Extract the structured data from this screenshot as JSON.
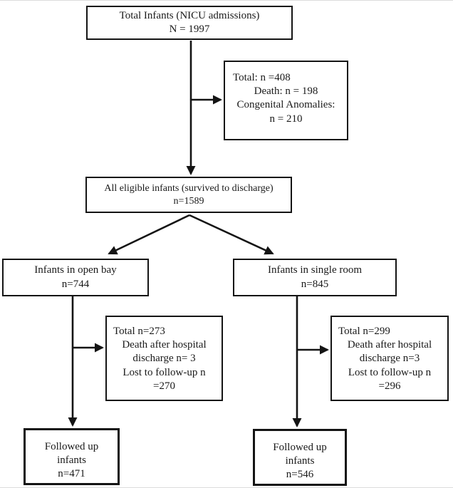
{
  "figure": {
    "title": "NICU follow-up flow diagram",
    "ink_color": "#141414",
    "background_color": "#ffffff",
    "edge_rule_color": "#dcdcdc"
  },
  "boxes": {
    "total_admissions": {
      "lines": [
        "Total Infants (NICU admissions)",
        "N = 1997"
      ]
    },
    "excluded_initial": {
      "lines": [
        "Total: n =408",
        "Death: n = 198",
        "Congenital Anomalies:",
        "n = 210"
      ]
    },
    "eligible": {
      "lines": [
        "All eligible infants (survived to discharge)",
        "n=1589"
      ]
    },
    "open_bay": {
      "lines": [
        "Infants in open bay",
        "n=744"
      ]
    },
    "single_room": {
      "lines": [
        "Infants in single room",
        "n=845"
      ]
    },
    "open_bay_lost": {
      "lines": [
        "Total n=273",
        "Death after hospital",
        "discharge n= 3",
        "Lost to follow-up n",
        "=270"
      ]
    },
    "single_room_lost": {
      "lines": [
        "Total n=299",
        "Death after hospital",
        "discharge n=3",
        "Lost to follow-up n",
        "=296"
      ]
    },
    "open_bay_followed": {
      "lines": [
        "Followed up",
        "infants",
        "n=471"
      ]
    },
    "single_room_followed": {
      "lines": [
        "Followed up",
        "infants",
        "n=546"
      ]
    }
  }
}
